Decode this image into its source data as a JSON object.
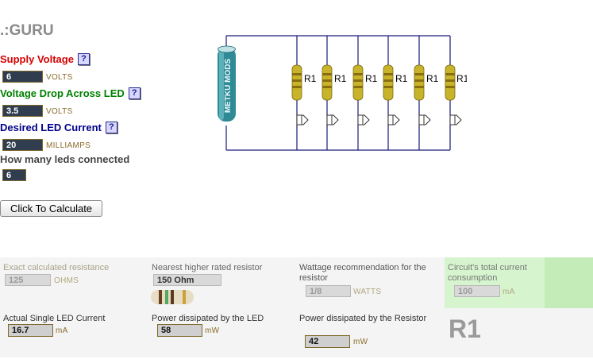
{
  "app": {
    "title": ".:GURU"
  },
  "form": {
    "supply_voltage": {
      "label": "Supply Voltage",
      "value": "6",
      "unit": "VOLTS",
      "help": "?"
    },
    "voltage_drop": {
      "label": "Voltage Drop Across LED",
      "value": "3.5",
      "unit": "VOLTS",
      "help": "?"
    },
    "led_current": {
      "label": "Desired LED Current",
      "value": "20",
      "unit": "MILLIAMPS",
      "help": "?"
    },
    "led_count": {
      "label": "How many leds connected",
      "value": "6"
    },
    "calculate_label": "Click To Calculate"
  },
  "circuit": {
    "battery_label": "METKU MODS",
    "resistor_labels": [
      "R1",
      "R1",
      "R1",
      "R1",
      "R1",
      "R1"
    ],
    "colors": {
      "wire": "#1a1a7a",
      "resistor": "#c8b42a",
      "battery": "#2e8a95"
    }
  },
  "results": {
    "exact_resistance": {
      "label": "Exact calculated resistance",
      "value": "125",
      "unit": "OHMS"
    },
    "nearest_resistor": {
      "label": "Nearest higher rated resistor",
      "value": "150 Ohm"
    },
    "wattage": {
      "label": "Wattage recommendation for the resistor",
      "value": "1/8",
      "unit": "WATTS"
    },
    "total_current": {
      "label": "Circuit's total current consumption",
      "value": "100",
      "unit": "mA"
    },
    "single_led_current": {
      "label": "Actual Single LED Current",
      "value": "16.7",
      "unit": "mA"
    },
    "led_power": {
      "label": "Power dissipated by the LED",
      "value": "58",
      "unit": "mW"
    },
    "resistor_power": {
      "label": "Power dissipated by the Resistor",
      "value": "42",
      "unit": "mW"
    },
    "resistor_name": "R1"
  },
  "colors": {
    "supply": "#d40000",
    "drop": "#008000",
    "current": "#00008b",
    "count": "#444444"
  }
}
